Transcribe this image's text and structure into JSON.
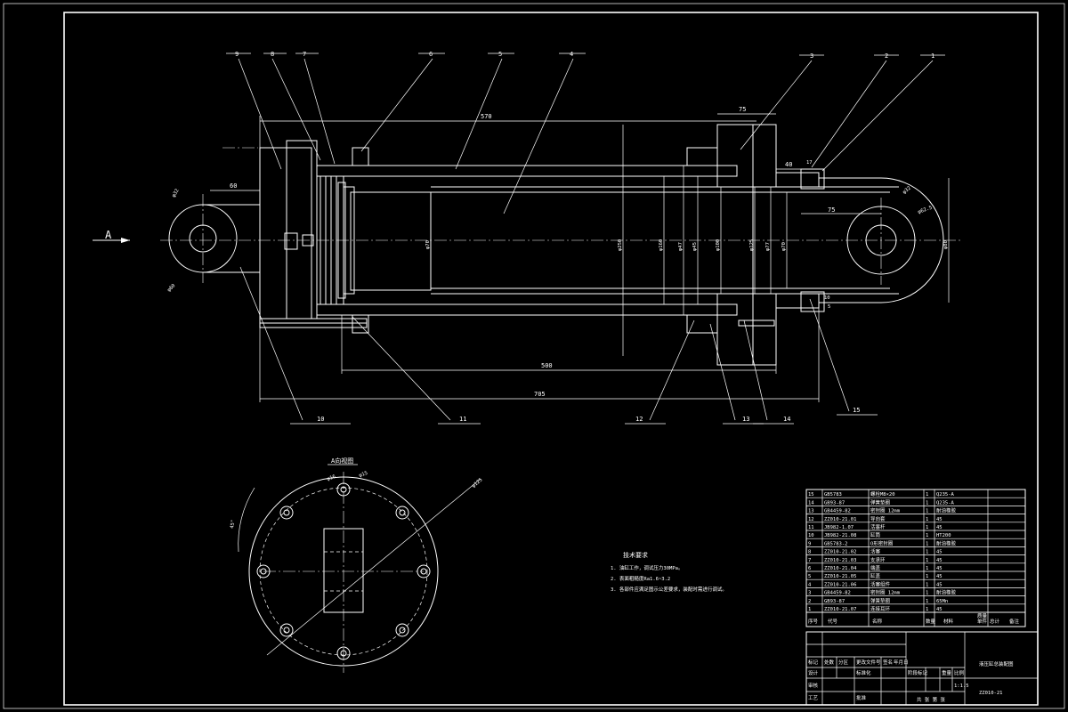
{
  "drawing": {
    "view_arrow_label": "A",
    "view_title": "A向视图",
    "part_numbers": [
      "1",
      "2",
      "3",
      "4",
      "5",
      "6",
      "7",
      "8",
      "9",
      "10",
      "11",
      "12",
      "13",
      "14",
      "15"
    ],
    "dimensions": {
      "d570": "570",
      "d705": "705",
      "d500": "500",
      "d75_top": "75",
      "d75_right": "75",
      "d60": "60",
      "d40": "40",
      "d17": "17",
      "d10": "10",
      "d5": "5",
      "phi_left_small": "φ32",
      "phi_left_big": "φ60",
      "phi_bore": "φ70",
      "phi_right_small": "φ32",
      "phi_right_big": "φ62.5",
      "phi_right_side": "φ80",
      "phi_mid": [
        "φ250",
        "φ160",
        "φ47",
        "φ45",
        "φ100",
        "φ125",
        "φ77",
        "φ70"
      ],
      "top_view_dims": [
        "φ16",
        "φ15",
        "φ125",
        "45°"
      ]
    },
    "notes": {
      "title": "技术要求",
      "lines": [
        "1. 油缸工作，调试压力30MPa。",
        "2. 表面粗糙度Ra1.6~3.2",
        "3. 各部件应满足图示公差要求，装配时需进行调试。"
      ]
    },
    "bom": {
      "rows": [
        [
          "15",
          "GB5783",
          "螺栓M8×20",
          "1",
          "Q235-A"
        ],
        [
          "14",
          "GB93-87",
          "弹簧垫圈",
          "1",
          "Q235-A"
        ],
        [
          "13",
          "GB4459-82",
          "密封圈 12mm",
          "1",
          "耐油橡胶"
        ],
        [
          "12",
          "ZZ010-21.01",
          "导向套",
          "1",
          "45"
        ],
        [
          "11",
          "JB982-1.07",
          "活塞杆",
          "1",
          "45"
        ],
        [
          "10",
          "JB982-21.08",
          "缸筒",
          "1",
          "HT200"
        ],
        [
          "9",
          "GB5783-2",
          "O形密封圈",
          "1",
          "耐油橡胶"
        ],
        [
          "8",
          "ZZ010-21.02",
          "活塞",
          "1",
          "45"
        ],
        [
          "7",
          "ZZ010-21.03",
          "支承环",
          "1",
          "45"
        ],
        [
          "6",
          "ZZ010-21.04",
          "端盖",
          "1",
          "45"
        ],
        [
          "5",
          "ZZ010-21.05",
          "缸盖",
          "1",
          "45"
        ],
        [
          "4",
          "ZZ010-21.06",
          "活塞组件",
          "1",
          "45"
        ],
        [
          "3",
          "GB4459-82",
          "密封圈 12mm",
          "1",
          "耐油橡胶"
        ],
        [
          "2",
          "GB93-87",
          "弹簧垫圈",
          "1",
          "65Mn"
        ],
        [
          "1",
          "ZZ010-21.07",
          "连接耳环",
          "1",
          "45"
        ]
      ],
      "header": [
        "序号",
        "代号",
        "名称",
        "数量",
        "材料",
        "单件",
        "总计",
        "备注"
      ],
      "header_extra": "质量"
    },
    "title_block": {
      "drawing_name": "液压缸总装配图",
      "drawing_number": "ZZ010-21",
      "scale": "1:1.5",
      "labels": [
        "标记",
        "处数",
        "分区",
        "更改文件号",
        "签名",
        "年月日",
        "设计",
        "标准化",
        "审核",
        "工艺",
        "批准"
      ],
      "stage_labels": [
        "阶段标记",
        "重量",
        "比例"
      ],
      "sheet_label": "共 张 第 张"
    }
  }
}
